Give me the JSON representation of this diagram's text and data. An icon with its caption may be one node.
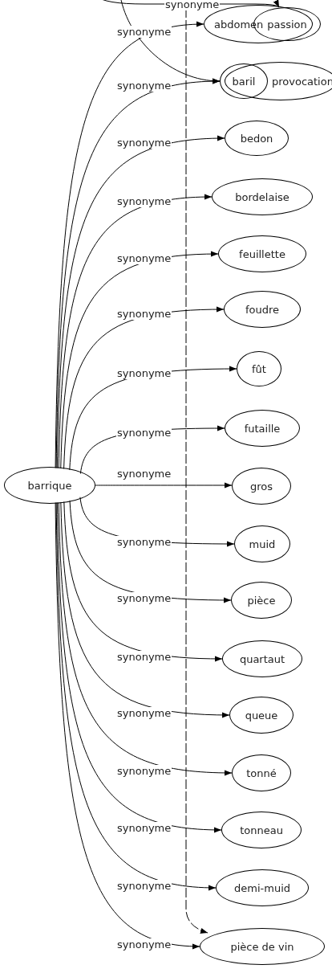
{
  "diagram": {
    "nodes": [
      {
        "text": [
          "barrique"
        ]
      },
      {
        "text": [
          "abdomen"
        ]
      },
      {
        "text": [
          "passion"
        ]
      },
      {
        "text": [
          "provocation"
        ]
      },
      {
        "text": [
          "baril"
        ]
      },
      {
        "text": [
          "bedon"
        ]
      },
      {
        "text": [
          "bordelaise"
        ]
      },
      {
        "text": [
          "feuillette"
        ]
      },
      {
        "text": [
          "foudre"
        ]
      },
      {
        "text": [
          "fût"
        ]
      },
      {
        "text": [
          "futaille"
        ]
      },
      {
        "text": [
          "gros"
        ]
      },
      {
        "text": [
          "muid"
        ]
      },
      {
        "text": [
          "pièce"
        ]
      },
      {
        "text": [
          "quartaut"
        ]
      },
      {
        "text": [
          "queue"
        ]
      },
      {
        "text": [
          "tonné"
        ]
      },
      {
        "text": [
          "tonneau"
        ]
      },
      {
        "text": [
          "demi-muid"
        ]
      },
      {
        "text": [
          "pièce de vin"
        ]
      }
    ],
    "edges": [
      {
        "from": null,
        "to": 2,
        "arrow": "to",
        "label": "synonyme"
      },
      {
        "from": null,
        "to": 4,
        "arrow": "to"
      },
      {
        "from": null,
        "to": 19,
        "arrow": "to",
        "style": "dashed"
      },
      {
        "from": 0,
        "to": 1,
        "arrow": "to",
        "label": "synonyme"
      },
      {
        "from": 0,
        "to": 4,
        "arrow": "to",
        "label": "synonyme"
      },
      {
        "from": 0,
        "to": 5,
        "arrow": "to",
        "label": "synonyme"
      },
      {
        "from": 0,
        "to": 6,
        "arrow": "to",
        "label": "synonyme"
      },
      {
        "from": 0,
        "to": 7,
        "arrow": "to",
        "label": "synonyme"
      },
      {
        "from": 0,
        "to": 8,
        "arrow": "to",
        "label": "synonyme"
      },
      {
        "from": 0,
        "to": 9,
        "arrow": "to",
        "label": "synonyme"
      },
      {
        "from": 0,
        "to": 10,
        "arrow": "to",
        "label": "synonyme"
      },
      {
        "from": 0,
        "to": 11,
        "arrow": "to",
        "label": "synonyme"
      },
      {
        "from": 0,
        "to": 12,
        "arrow": "to",
        "label": "synonyme"
      },
      {
        "from": 0,
        "to": 13,
        "arrow": "to",
        "label": "synonyme"
      },
      {
        "from": 0,
        "to": 14,
        "arrow": "to",
        "label": "synonyme"
      },
      {
        "from": 0,
        "to": 15,
        "arrow": "to",
        "label": "synonyme"
      },
      {
        "from": 0,
        "to": 16,
        "arrow": "to",
        "label": "synonyme"
      },
      {
        "from": 0,
        "to": 17,
        "arrow": "to",
        "label": "synonyme"
      },
      {
        "from": 0,
        "to": 18,
        "arrow": "to",
        "label": "synonyme"
      },
      {
        "from": 0,
        "to": 19,
        "arrow": "to",
        "label": "synonyme"
      }
    ]
  }
}
